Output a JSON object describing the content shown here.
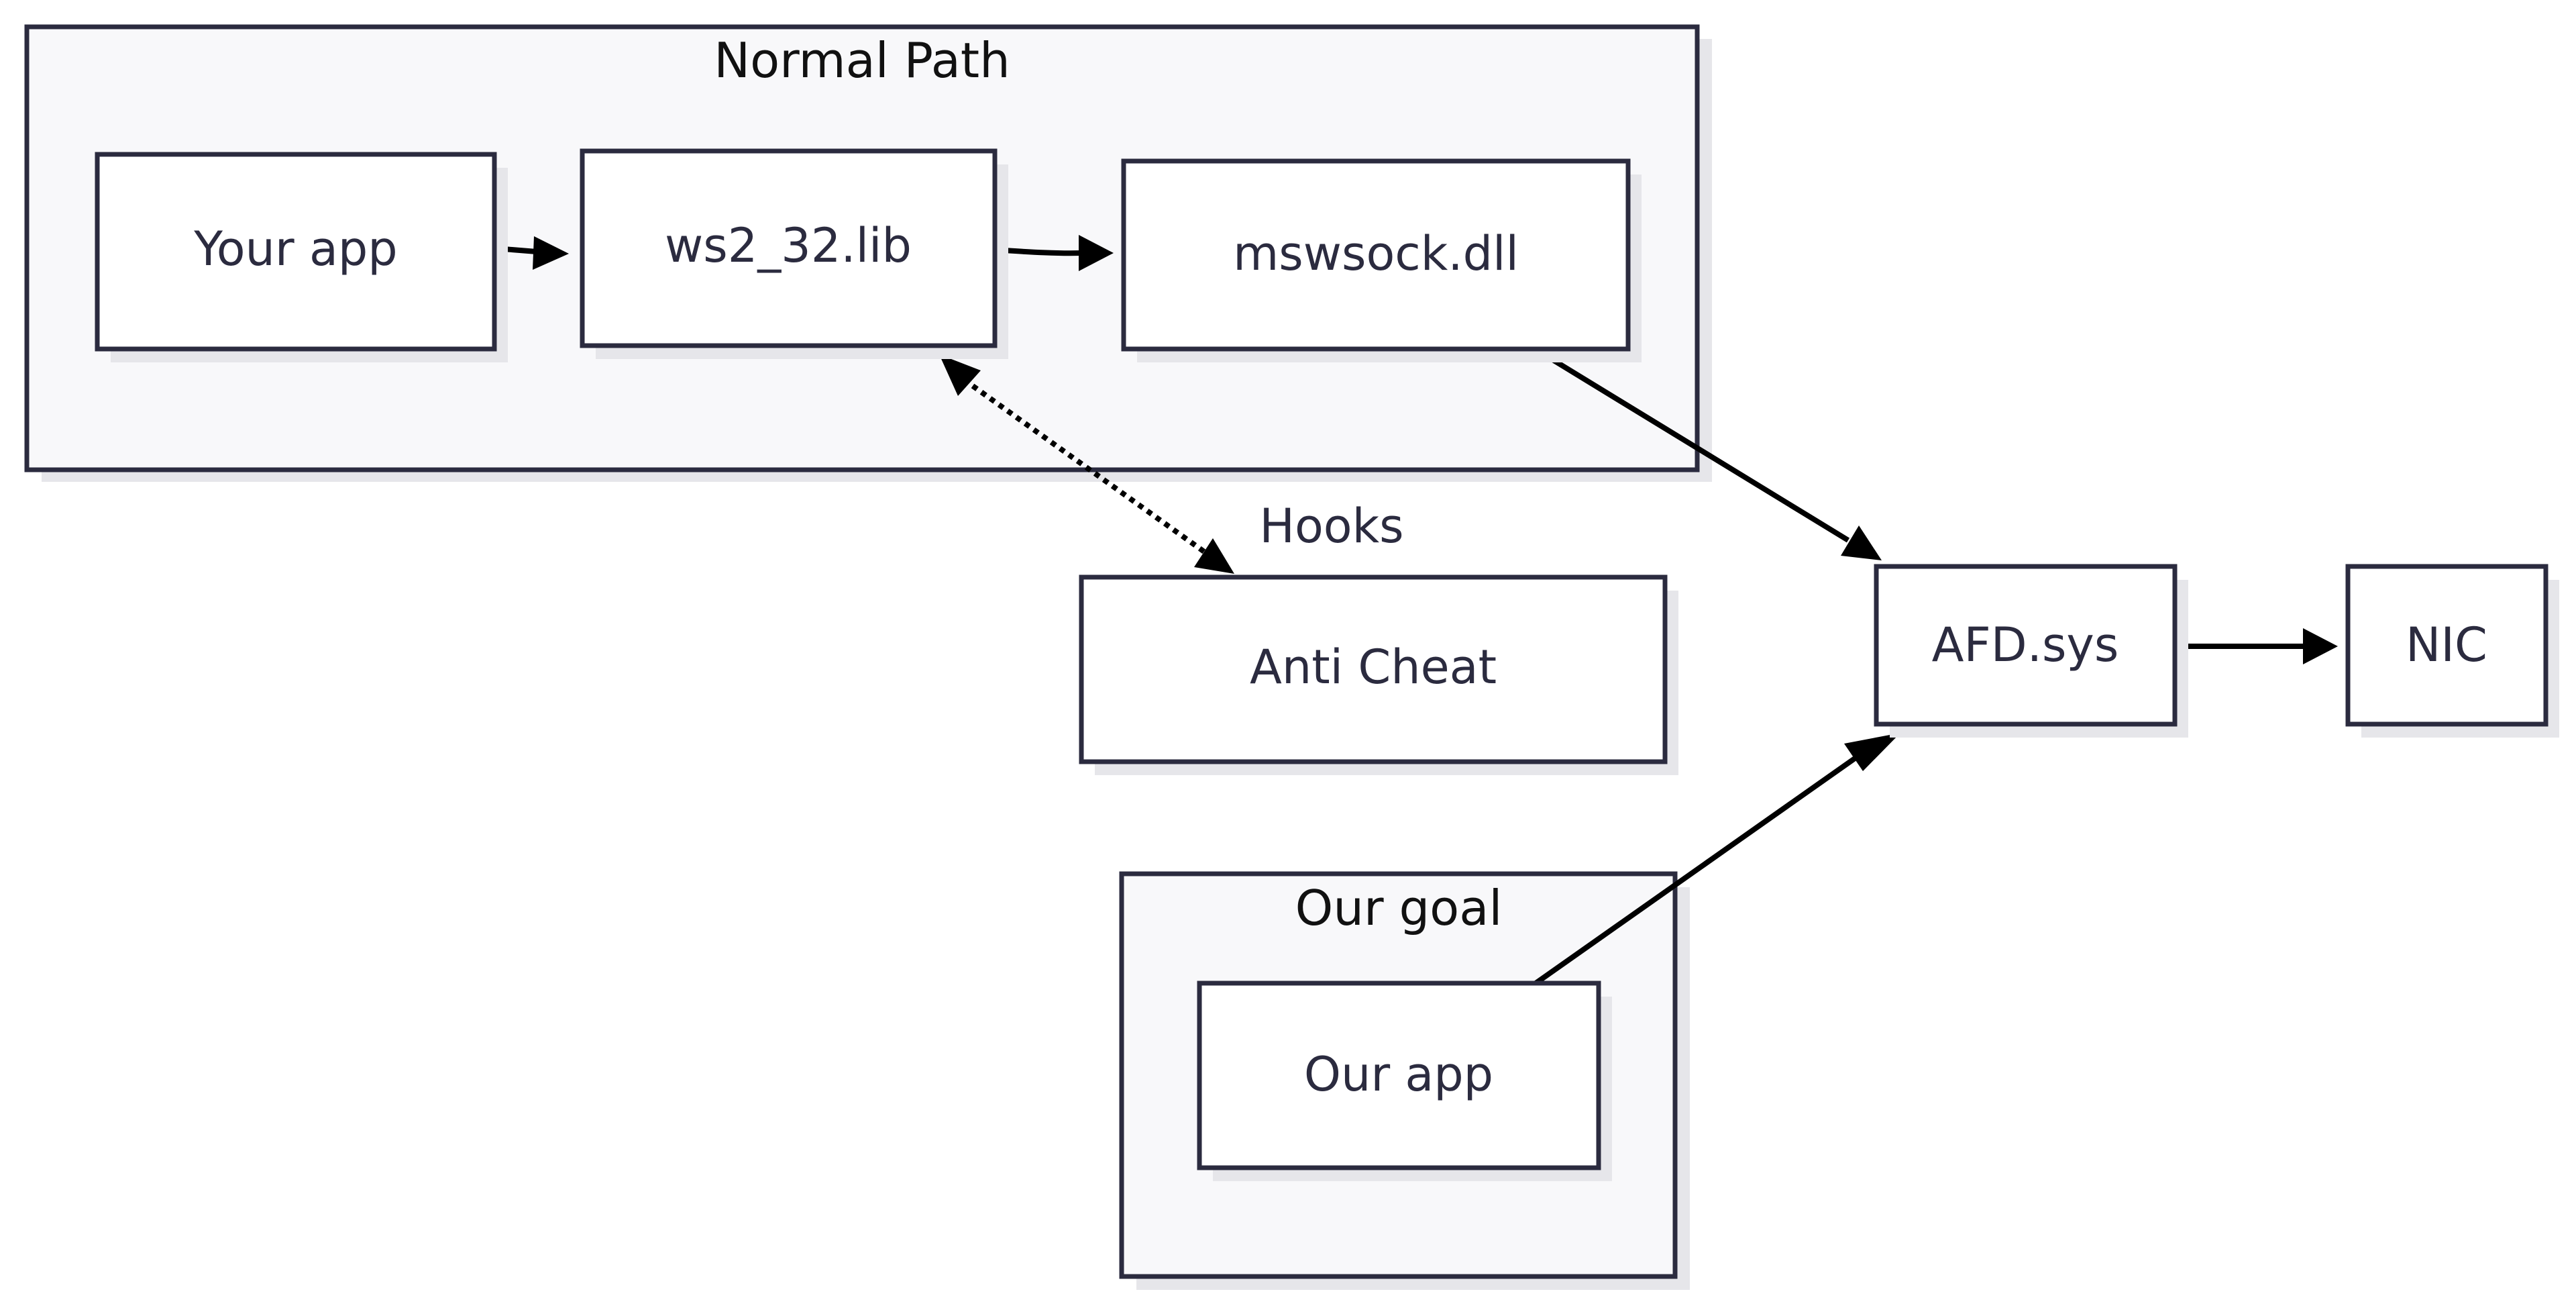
{
  "groups": {
    "normal_path": "Normal Path",
    "our_goal": "Our goal"
  },
  "nodes": {
    "your_app": "Your app",
    "ws2_32": "ws2_32.lib",
    "mswsock": "mswsock.dll",
    "anti_cheat": "Anti Cheat",
    "afd": "AFD.sys",
    "nic": "NIC",
    "our_app": "Our app"
  },
  "edges": {
    "hooks": "Hooks"
  },
  "colors": {
    "stroke": "#2b2b3f",
    "group_fill": "#f8f8fa",
    "node_fill": "#ffffff",
    "shadow": "#e6e6ea",
    "arrow": "#000000"
  }
}
